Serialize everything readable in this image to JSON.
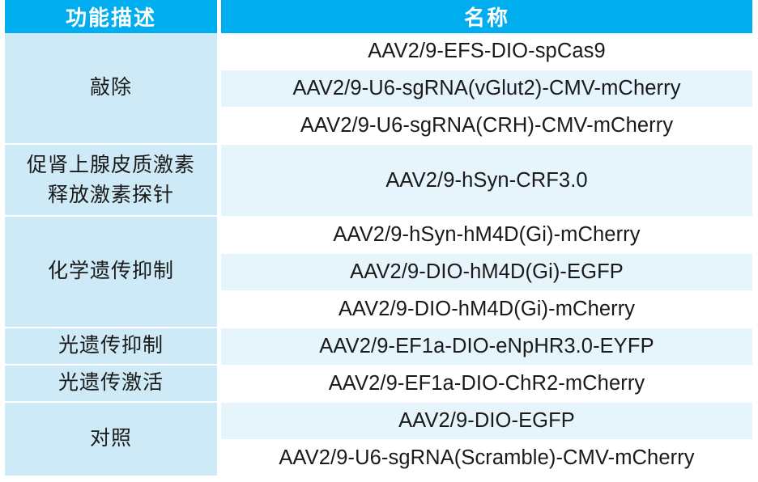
{
  "colors": {
    "header_bg": "#00ADEF",
    "header_text": "#FFFFFF",
    "function_col_bg": "#CDEAF6",
    "row_tint_bg": "#E6F4FB",
    "row_plain_bg": "#FFFFFF",
    "body_text": "#1A1A1A"
  },
  "table": {
    "headers": {
      "function": "功能描述",
      "name": "名称"
    },
    "groups": [
      {
        "function_label": "敲除",
        "function_lines": [
          "敲除"
        ],
        "rows": [
          {
            "name": "AAV2/9-EFS-DIO-spCas9",
            "tint": false
          },
          {
            "name": "AAV2/9-U6-sgRNA(vGlut2)-CMV-mCherry",
            "tint": true
          },
          {
            "name": "AAV2/9-U6-sgRNA(CRH)-CMV-mCherry",
            "tint": false
          }
        ]
      },
      {
        "function_label": "促肾上腺皮质激素释放激素探针",
        "function_lines": [
          "促肾上腺皮质激素",
          "释放激素探针"
        ],
        "rows": [
          {
            "name": "AAV2/9-hSyn-CRF3.0",
            "tint": true,
            "tall": true
          }
        ]
      },
      {
        "function_label": "化学遗传抑制",
        "function_lines": [
          "化学遗传抑制"
        ],
        "rows": [
          {
            "name": "AAV2/9-hSyn-hM4D(Gi)-mCherry",
            "tint": false
          },
          {
            "name": "AAV2/9-DIO-hM4D(Gi)-EGFP",
            "tint": true
          },
          {
            "name": "AAV2/9-DIO-hM4D(Gi)-mCherry",
            "tint": false
          }
        ]
      },
      {
        "function_label": "光遗传抑制",
        "function_lines": [
          "光遗传抑制"
        ],
        "rows": [
          {
            "name": "AAV2/9-EF1a-DIO-eNpHR3.0-EYFP",
            "tint": true
          }
        ]
      },
      {
        "function_label": "光遗传激活",
        "function_lines": [
          "光遗传激活"
        ],
        "rows": [
          {
            "name": "AAV2/9-EF1a-DIO-ChR2-mCherry",
            "tint": false
          }
        ]
      },
      {
        "function_label": "对照",
        "function_lines": [
          "对照"
        ],
        "rows": [
          {
            "name": "AAV2/9-DIO-EGFP",
            "tint": true
          },
          {
            "name": "AAV2/9-U6-sgRNA(Scramble)-CMV-mCherry",
            "tint": false
          }
        ]
      }
    ]
  }
}
